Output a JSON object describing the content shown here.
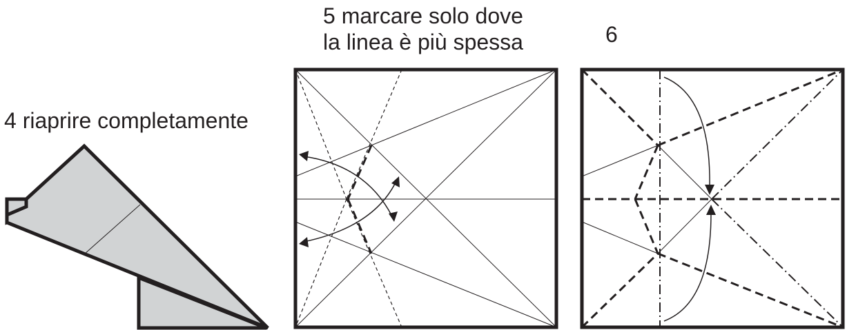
{
  "steps": [
    {
      "caption": "4 riaprire completamente"
    },
    {
      "caption_line1": "5 marcare solo dove",
      "caption_line2": "la linea è più spessa"
    },
    {
      "caption": "6"
    }
  ],
  "colors": {
    "ink": "#231f20",
    "paper": "#d1d3d4",
    "background": "#ffffff"
  }
}
